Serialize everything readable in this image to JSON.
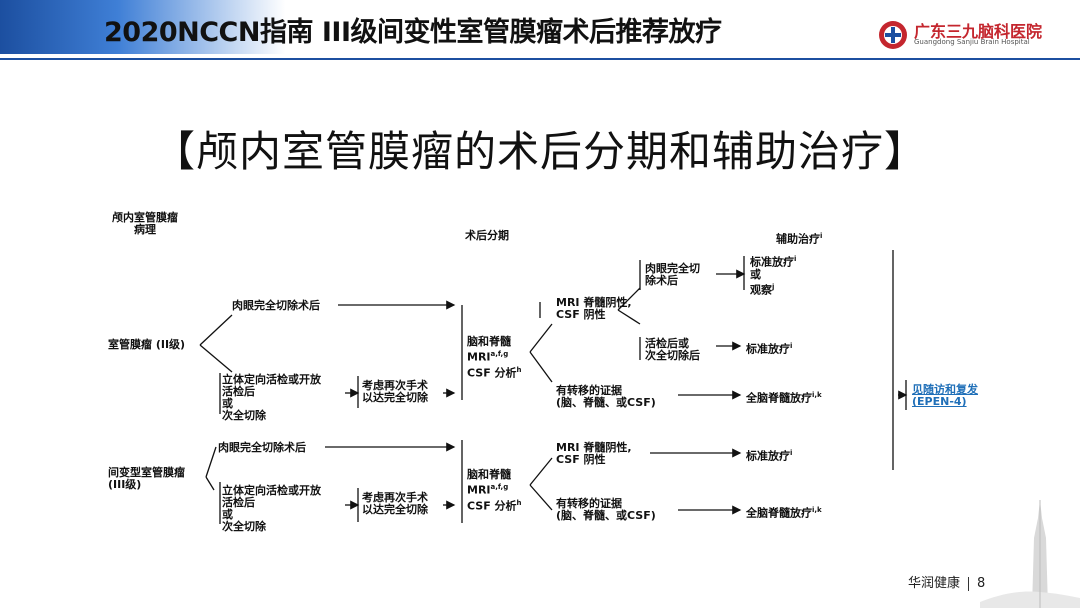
{
  "header": {
    "title": "2020NCCN指南 III级间变性室管膜瘤术后推荐放疗",
    "logo_cn": "广东三九脑科医院",
    "logo_en": "Guangdong Sanjiu Brain Hospital"
  },
  "subtitle": "【颅内室管膜瘤的术后分期和辅助治疗】",
  "diagram": {
    "col_pathology": "颅内室管膜瘤\n病理",
    "col_staging": "术后分期",
    "col_adjuvant": "辅助治疗",
    "col_adjuvant_sup": "i",
    "grade2": "室管膜瘤 (II级)",
    "grade3": "间变型室管膜瘤\n(III级)",
    "gtr": "肉眼完全切除术后",
    "biopsy": "立体定向活检或开放\n活检后\n或\n次全切除",
    "reop": "考虑再次手术\n以达完全切除",
    "mri": "脑和脊髓\nMRI",
    "mri_sup": "a,f,g",
    "csf": "CSF 分析",
    "csf_sup": "h",
    "neg": "MRI 脊髓阴性,\nCSF 阴性",
    "mets": "有转移的证据\n(脑、脊髓、或CSF)",
    "gtr2": "肉眼完全切\n除术后",
    "biopsy2": "活检后或\n次全切除后",
    "std_rt_or_obs_1": "标准放疗",
    "std_rt_or_obs_sup": "i",
    "or": "或",
    "observe": "观察",
    "observe_sup": "j",
    "std_rt": "标准放疗",
    "std_rt_sup": "i",
    "csi": "全脑脊髓放疗",
    "csi_sup": "i,k",
    "followup": "见随访和复发",
    "followup_code": "(EPEN-4)"
  },
  "footer": {
    "brand": "华润健康",
    "page": "8"
  },
  "colors": {
    "brand_blue": "#1c4fa0",
    "logo_red": "#c4262e",
    "link_blue": "#1f6fb8"
  }
}
